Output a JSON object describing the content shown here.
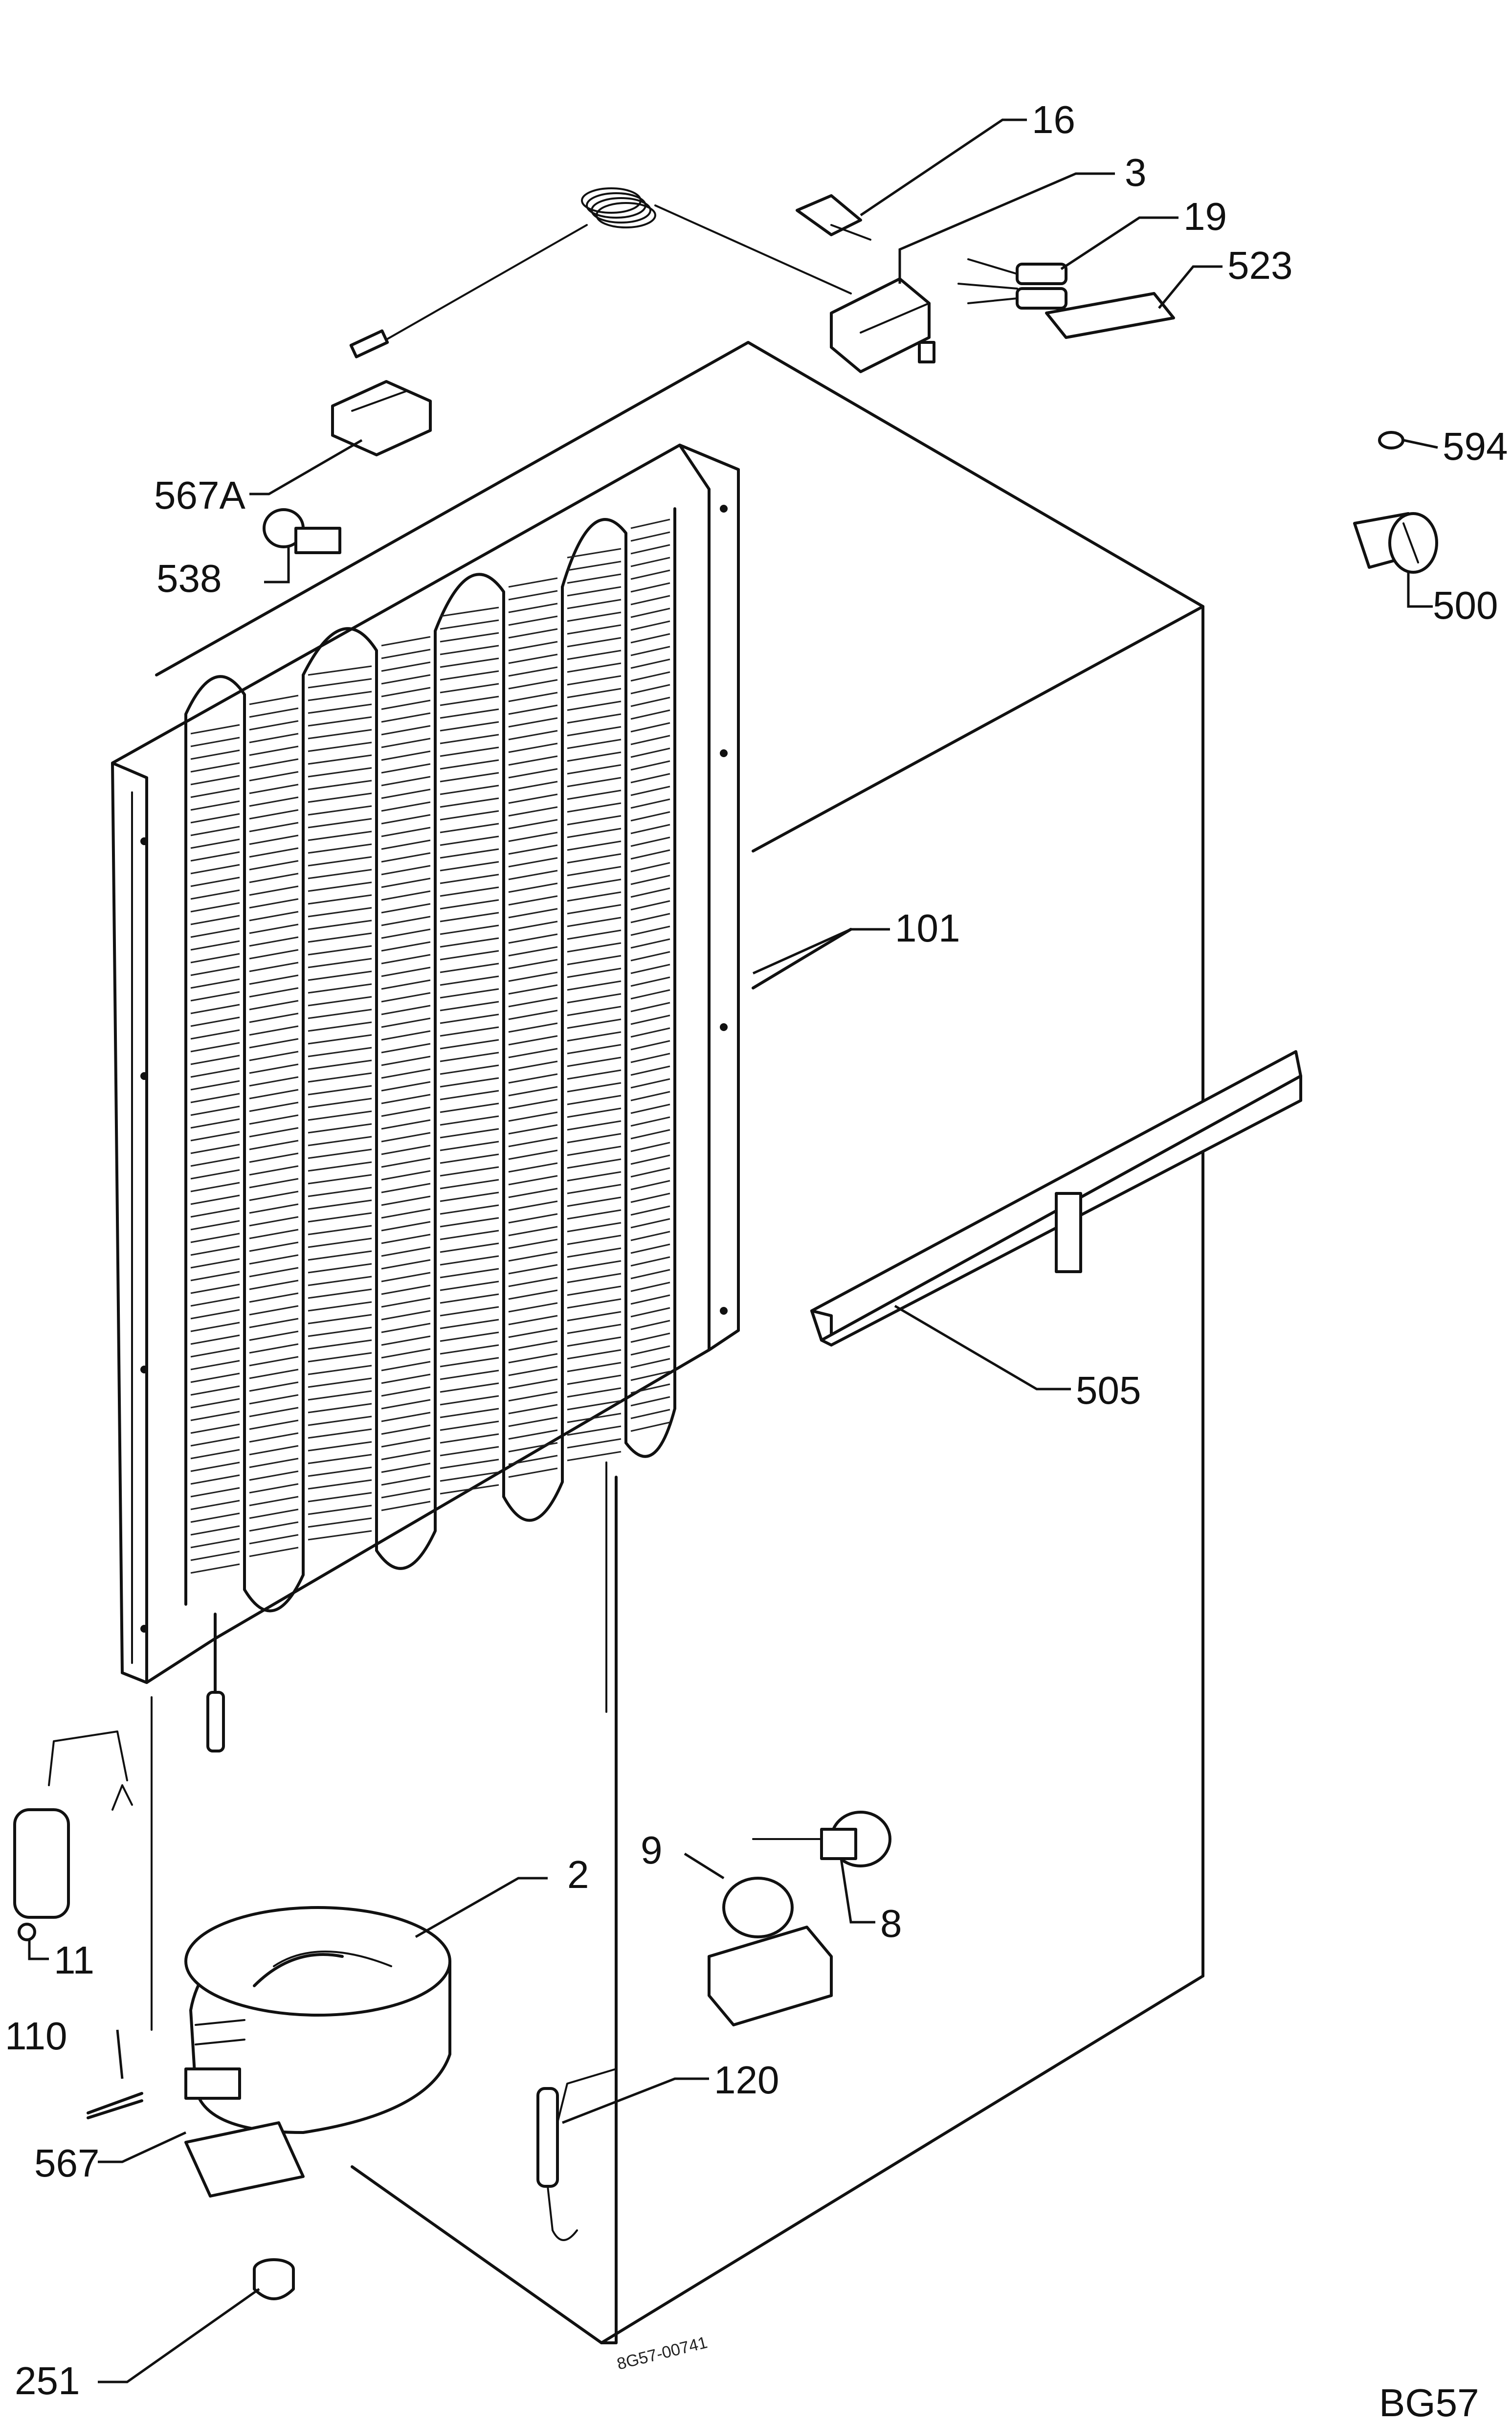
{
  "drawing_code": "BG57",
  "print_code": "8G57-00741",
  "callouts": [
    {
      "id": "16",
      "label": "16"
    },
    {
      "id": "3",
      "label": "3"
    },
    {
      "id": "19",
      "label": "19"
    },
    {
      "id": "523",
      "label": "523"
    },
    {
      "id": "594",
      "label": "594"
    },
    {
      "id": "567A",
      "label": "567A"
    },
    {
      "id": "538",
      "label": "538"
    },
    {
      "id": "500",
      "label": "500"
    },
    {
      "id": "101",
      "label": "101"
    },
    {
      "id": "505",
      "label": "505"
    },
    {
      "id": "9",
      "label": "9"
    },
    {
      "id": "8",
      "label": "8"
    },
    {
      "id": "2",
      "label": "2"
    },
    {
      "id": "11",
      "label": "11"
    },
    {
      "id": "110",
      "label": "110"
    },
    {
      "id": "120",
      "label": "120"
    },
    {
      "id": "567",
      "label": "567"
    },
    {
      "id": "251",
      "label": "251"
    }
  ]
}
